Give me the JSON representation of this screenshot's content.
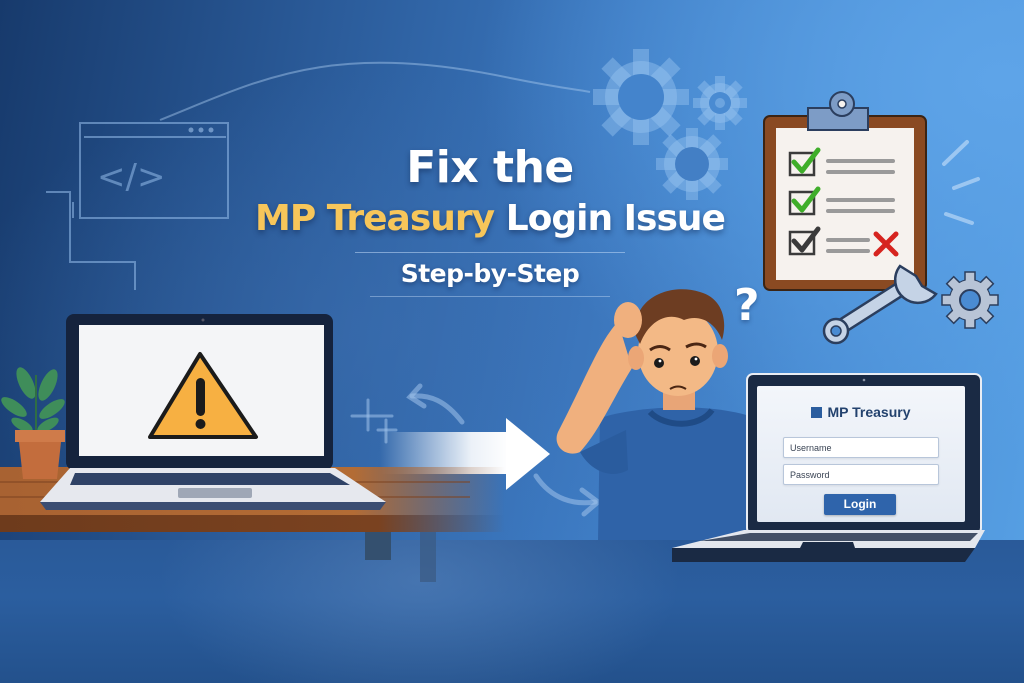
{
  "title": {
    "line1": "Fix the",
    "line2_highlight": "MP Treasury",
    "line2_rest": "Login Issue",
    "subtitle": "Step-by-Step"
  },
  "login_form": {
    "brand": "MP Treasury",
    "username_placeholder": "Username",
    "password_placeholder": "Password",
    "login_label": "Login"
  },
  "decor": {
    "question_mark": "?",
    "code_glyph": "</>"
  },
  "colors": {
    "highlight": "#f7c65a",
    "brand_blue": "#2f64ab",
    "check_green": "#3fae2a",
    "error_red": "#d6241f",
    "warning_orange": "#f7b042"
  }
}
